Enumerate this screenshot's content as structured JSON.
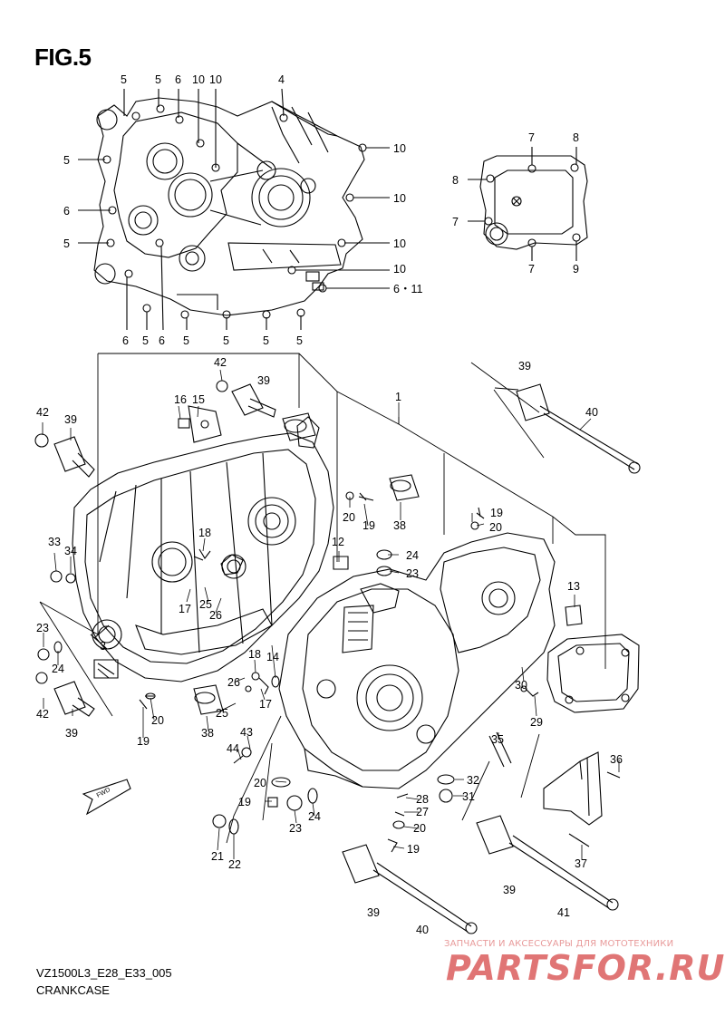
{
  "title": "FIG.5",
  "code": "VZ1500L3_E28_E33_005",
  "caption": "CRANKCASE",
  "watermark": {
    "tagline": "ЗАПЧАСТИ И АКСЕССУАРЫ ДЛЯ МОТОТЕХНИКИ",
    "brand": "PARTSFOR.RU"
  },
  "fwd_label": "FWD",
  "callouts": [
    {
      "id": "l-5a",
      "text": "5"
    },
    {
      "id": "l-5b",
      "text": "5"
    },
    {
      "id": "l-6a",
      "text": "6"
    },
    {
      "id": "l-10a",
      "text": "10"
    },
    {
      "id": "l-10b",
      "text": "10"
    },
    {
      "id": "l-4",
      "text": "4"
    },
    {
      "id": "l-5c",
      "text": "5"
    },
    {
      "id": "l-10c",
      "text": "10"
    },
    {
      "id": "l-6b",
      "text": "6"
    },
    {
      "id": "l-10d",
      "text": "10"
    },
    {
      "id": "l-5d",
      "text": "5"
    },
    {
      "id": "l-10e",
      "text": "10"
    },
    {
      "id": "l-10f",
      "text": "10"
    },
    {
      "id": "l-611",
      "text": "6・11"
    },
    {
      "id": "l-6c",
      "text": "6"
    },
    {
      "id": "l-5e",
      "text": "5"
    },
    {
      "id": "l-6d",
      "text": "6"
    },
    {
      "id": "l-5f",
      "text": "5"
    },
    {
      "id": "l-5g",
      "text": "5"
    },
    {
      "id": "l-5h",
      "text": "5"
    },
    {
      "id": "l-5i",
      "text": "5"
    },
    {
      "id": "l-7a",
      "text": "7"
    },
    {
      "id": "l-8a",
      "text": "8"
    },
    {
      "id": "l-8b",
      "text": "8"
    },
    {
      "id": "l-7b",
      "text": "7"
    },
    {
      "id": "l-7c",
      "text": "7"
    },
    {
      "id": "l-9",
      "text": "9"
    },
    {
      "id": "l-42a",
      "text": "42"
    },
    {
      "id": "l-39a",
      "text": "39"
    },
    {
      "id": "l-16",
      "text": "16"
    },
    {
      "id": "l-15",
      "text": "15"
    },
    {
      "id": "l-1",
      "text": "1"
    },
    {
      "id": "l-39b",
      "text": "39"
    },
    {
      "id": "l-40a",
      "text": "40"
    },
    {
      "id": "l-42b",
      "text": "42"
    },
    {
      "id": "l-39c",
      "text": "39"
    },
    {
      "id": "l-20a",
      "text": "20"
    },
    {
      "id": "l-19a",
      "text": "19"
    },
    {
      "id": "l-38a",
      "text": "38"
    },
    {
      "id": "l-19b",
      "text": "19"
    },
    {
      "id": "l-20b",
      "text": "20"
    },
    {
      "id": "l-33",
      "text": "33"
    },
    {
      "id": "l-34",
      "text": "34"
    },
    {
      "id": "l-18a",
      "text": "18"
    },
    {
      "id": "l-12",
      "text": "12"
    },
    {
      "id": "l-24a",
      "text": "24"
    },
    {
      "id": "l-23a",
      "text": "23"
    },
    {
      "id": "l-13",
      "text": "13"
    },
    {
      "id": "l-17a",
      "text": "17"
    },
    {
      "id": "l-25a",
      "text": "25"
    },
    {
      "id": "l-26a",
      "text": "26"
    },
    {
      "id": "l-23b",
      "text": "23"
    },
    {
      "id": "l-3",
      "text": "3"
    },
    {
      "id": "l-24b",
      "text": "24"
    },
    {
      "id": "l-18b",
      "text": "18"
    },
    {
      "id": "l-14",
      "text": "14"
    },
    {
      "id": "l-26b",
      "text": "26"
    },
    {
      "id": "l-17b",
      "text": "17"
    },
    {
      "id": "l-42c",
      "text": "42"
    },
    {
      "id": "l-39d",
      "text": "39"
    },
    {
      "id": "l-25b",
      "text": "25"
    },
    {
      "id": "l-20c",
      "text": "20"
    },
    {
      "id": "l-19c",
      "text": "19"
    },
    {
      "id": "l-38b",
      "text": "38"
    },
    {
      "id": "l-43",
      "text": "43"
    },
    {
      "id": "l-44",
      "text": "44"
    },
    {
      "id": "l-30",
      "text": "30"
    },
    {
      "id": "l-29",
      "text": "29"
    },
    {
      "id": "l-35",
      "text": "35"
    },
    {
      "id": "l-36",
      "text": "36"
    },
    {
      "id": "l-20d",
      "text": "20"
    },
    {
      "id": "l-32",
      "text": "32"
    },
    {
      "id": "l-31",
      "text": "31"
    },
    {
      "id": "l-19d",
      "text": "19"
    },
    {
      "id": "l-23c",
      "text": "23"
    },
    {
      "id": "l-24c",
      "text": "24"
    },
    {
      "id": "l-28",
      "text": "28"
    },
    {
      "id": "l-27",
      "text": "27"
    },
    {
      "id": "l-20e",
      "text": "20"
    },
    {
      "id": "l-21",
      "text": "21"
    },
    {
      "id": "l-22",
      "text": "22"
    },
    {
      "id": "l-19e",
      "text": "19"
    },
    {
      "id": "l-37",
      "text": "37"
    },
    {
      "id": "l-39e",
      "text": "39"
    },
    {
      "id": "l-39f",
      "text": "39"
    },
    {
      "id": "l-41",
      "text": "41"
    },
    {
      "id": "l-40b",
      "text": "40"
    }
  ]
}
